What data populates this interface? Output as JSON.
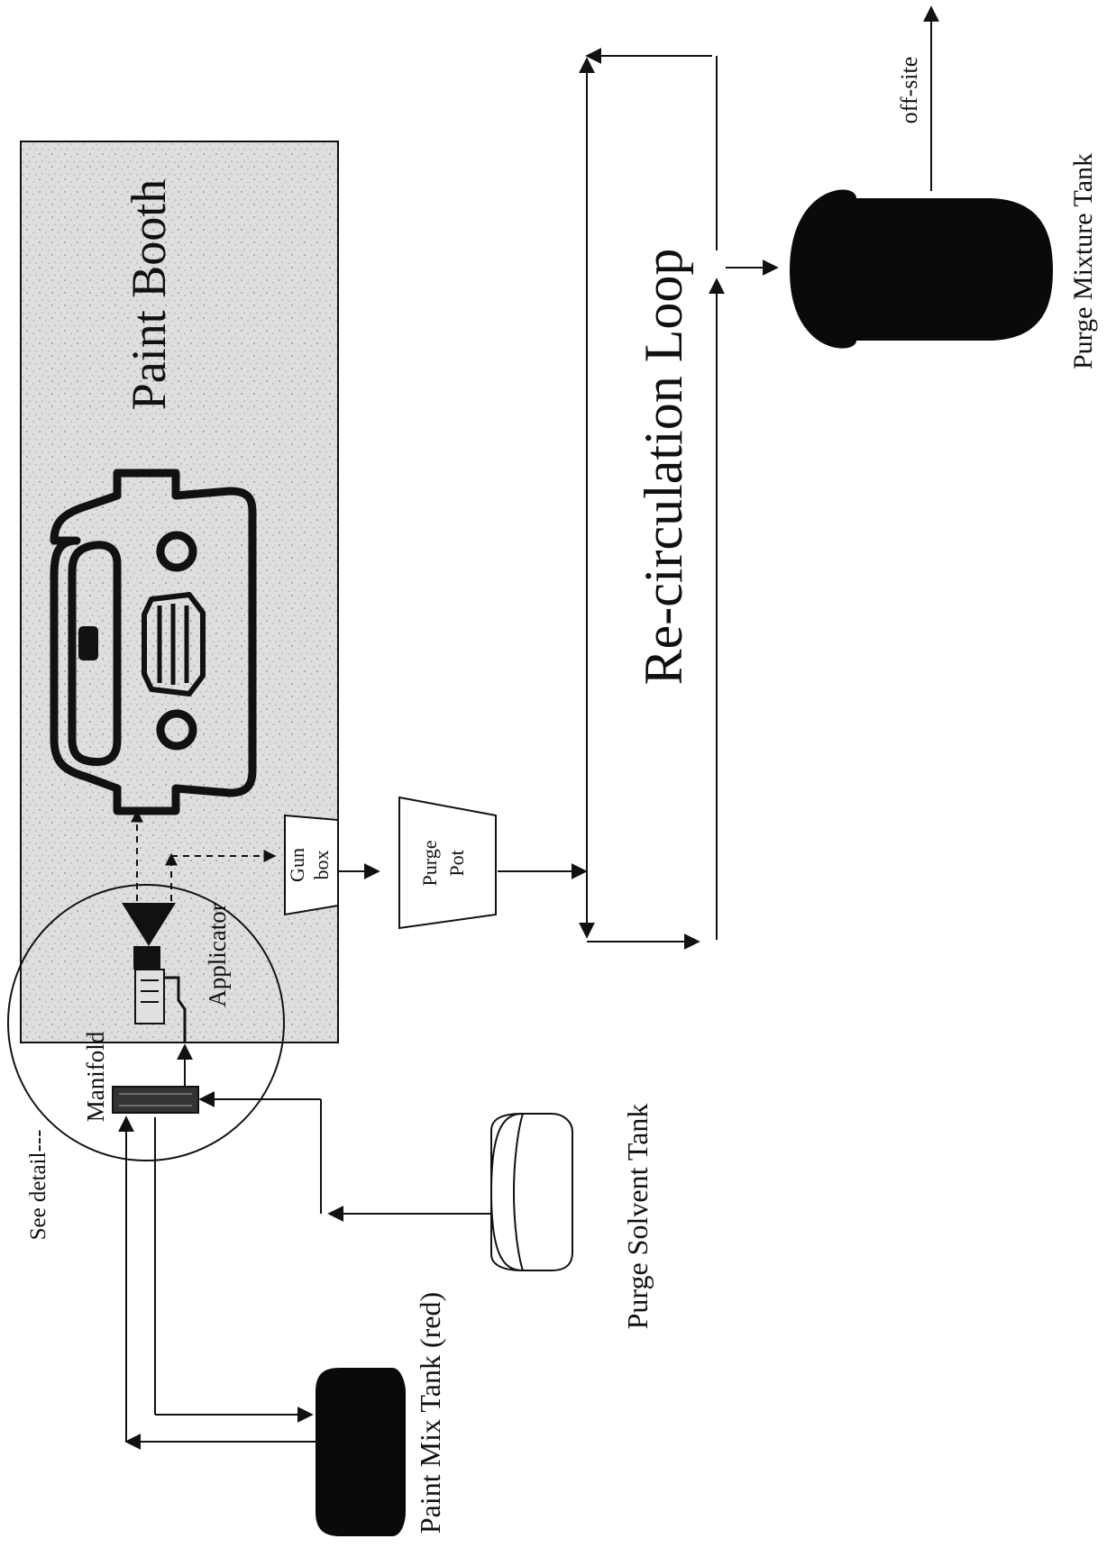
{
  "labels": {
    "paint_booth": "Paint Booth",
    "recirculation_loop": "Re-circulation Loop",
    "purge_mixture_tank": "Purge Mixture Tank",
    "off_site": "off-site",
    "purge_solvent_tank": "Purge Solvent Tank",
    "paint_mix_tank": "Paint Mix Tank (red)",
    "see_detail": "See detail---",
    "manifold": "Manifold",
    "applicator": "Applicator",
    "gun_box_line1": "Gun",
    "gun_box_line2": "box",
    "purge_pot_line1": "Purge",
    "purge_pot_line2": "Pot"
  },
  "colors": {
    "ink": "#111111",
    "booth_fill": "#e4e4e4",
    "tank_fill": "#0a0a0a",
    "paper": "#ffffff"
  }
}
